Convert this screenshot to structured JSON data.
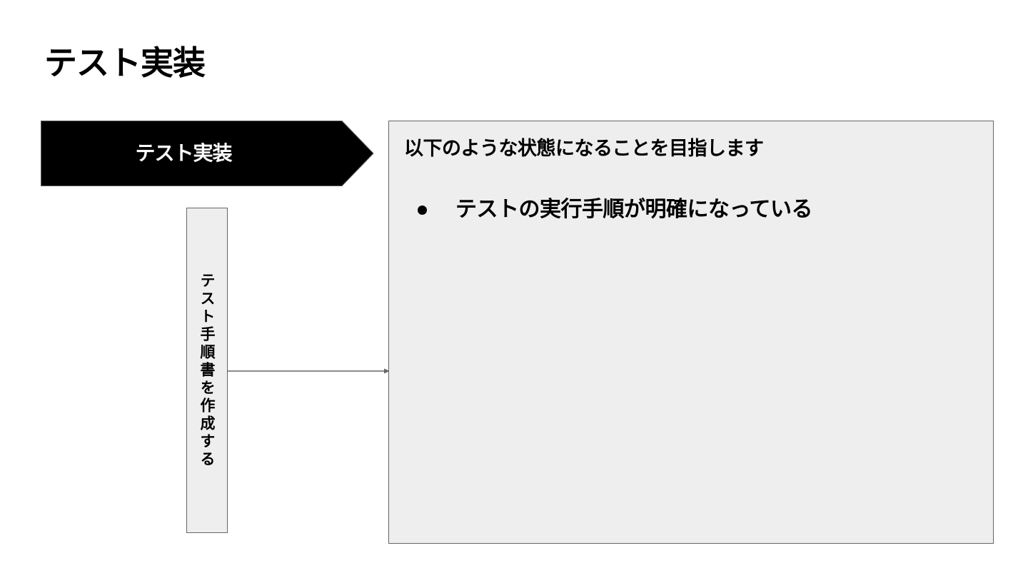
{
  "slide": {
    "title": "テスト実装"
  },
  "phase": {
    "label": "テスト実装",
    "fill_color": "#000000",
    "text_color": "#ffffff"
  },
  "task": {
    "label": "テスト手順書を作成する"
  },
  "goal": {
    "heading": "以下のような状態になることを目指します",
    "items": [
      "テストの実行手順が明確になっている"
    ]
  },
  "colors": {
    "box_fill": "#eeeeee",
    "box_border": "#666666",
    "connector": "#666666"
  }
}
